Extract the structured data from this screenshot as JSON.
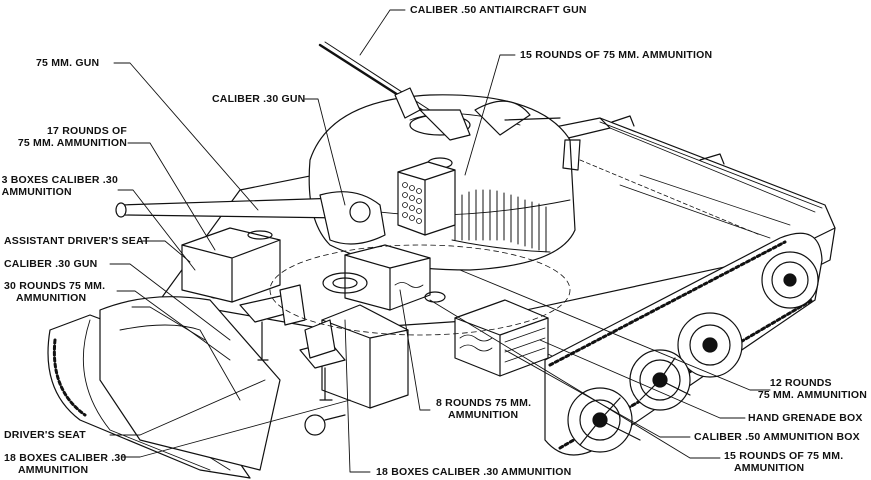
{
  "labels": {
    "aa_gun": "CALIBER .50 ANTIAIRCRAFT GUN",
    "gun75": "75 MM. GUN",
    "rounds15_top": "15 ROUNDS OF 75 MM. AMMUNITION",
    "cal30_gun_top": "CALIBER .30 GUN",
    "rounds17_l1": "17 ROUNDS OF",
    "rounds17_l2": "75 MM. AMMUNITION",
    "boxes3_l1": "3 BOXES CALIBER .30",
    "boxes3_l2": "AMMUNITION",
    "asst_seat": "ASSISTANT DRIVER'S SEAT",
    "cal30_gun_left": "CALIBER .30 GUN",
    "rounds30_l1": "30 ROUNDS 75 MM.",
    "rounds30_l2": "AMMUNITION",
    "driver_seat": "DRIVER'S SEAT",
    "boxes18_left_l1": "18 BOXES CALIBER .30",
    "boxes18_left_l2": "AMMUNITION",
    "boxes18_bottom": "18 BOXES CALIBER .30 AMMUNITION",
    "rounds8_l1": "8 ROUNDS 75 MM.",
    "rounds8_l2": "AMMUNITION",
    "rounds12_l1": "12 ROUNDS",
    "rounds12_l2": "75 MM. AMMUNITION",
    "grenade": "HAND GRENADE BOX",
    "cal50_box": "CALIBER .50 AMMUNITION BOX",
    "rounds15_br_l1": "15 ROUNDS OF 75 MM.",
    "rounds15_br_l2": "AMMUNITION"
  }
}
